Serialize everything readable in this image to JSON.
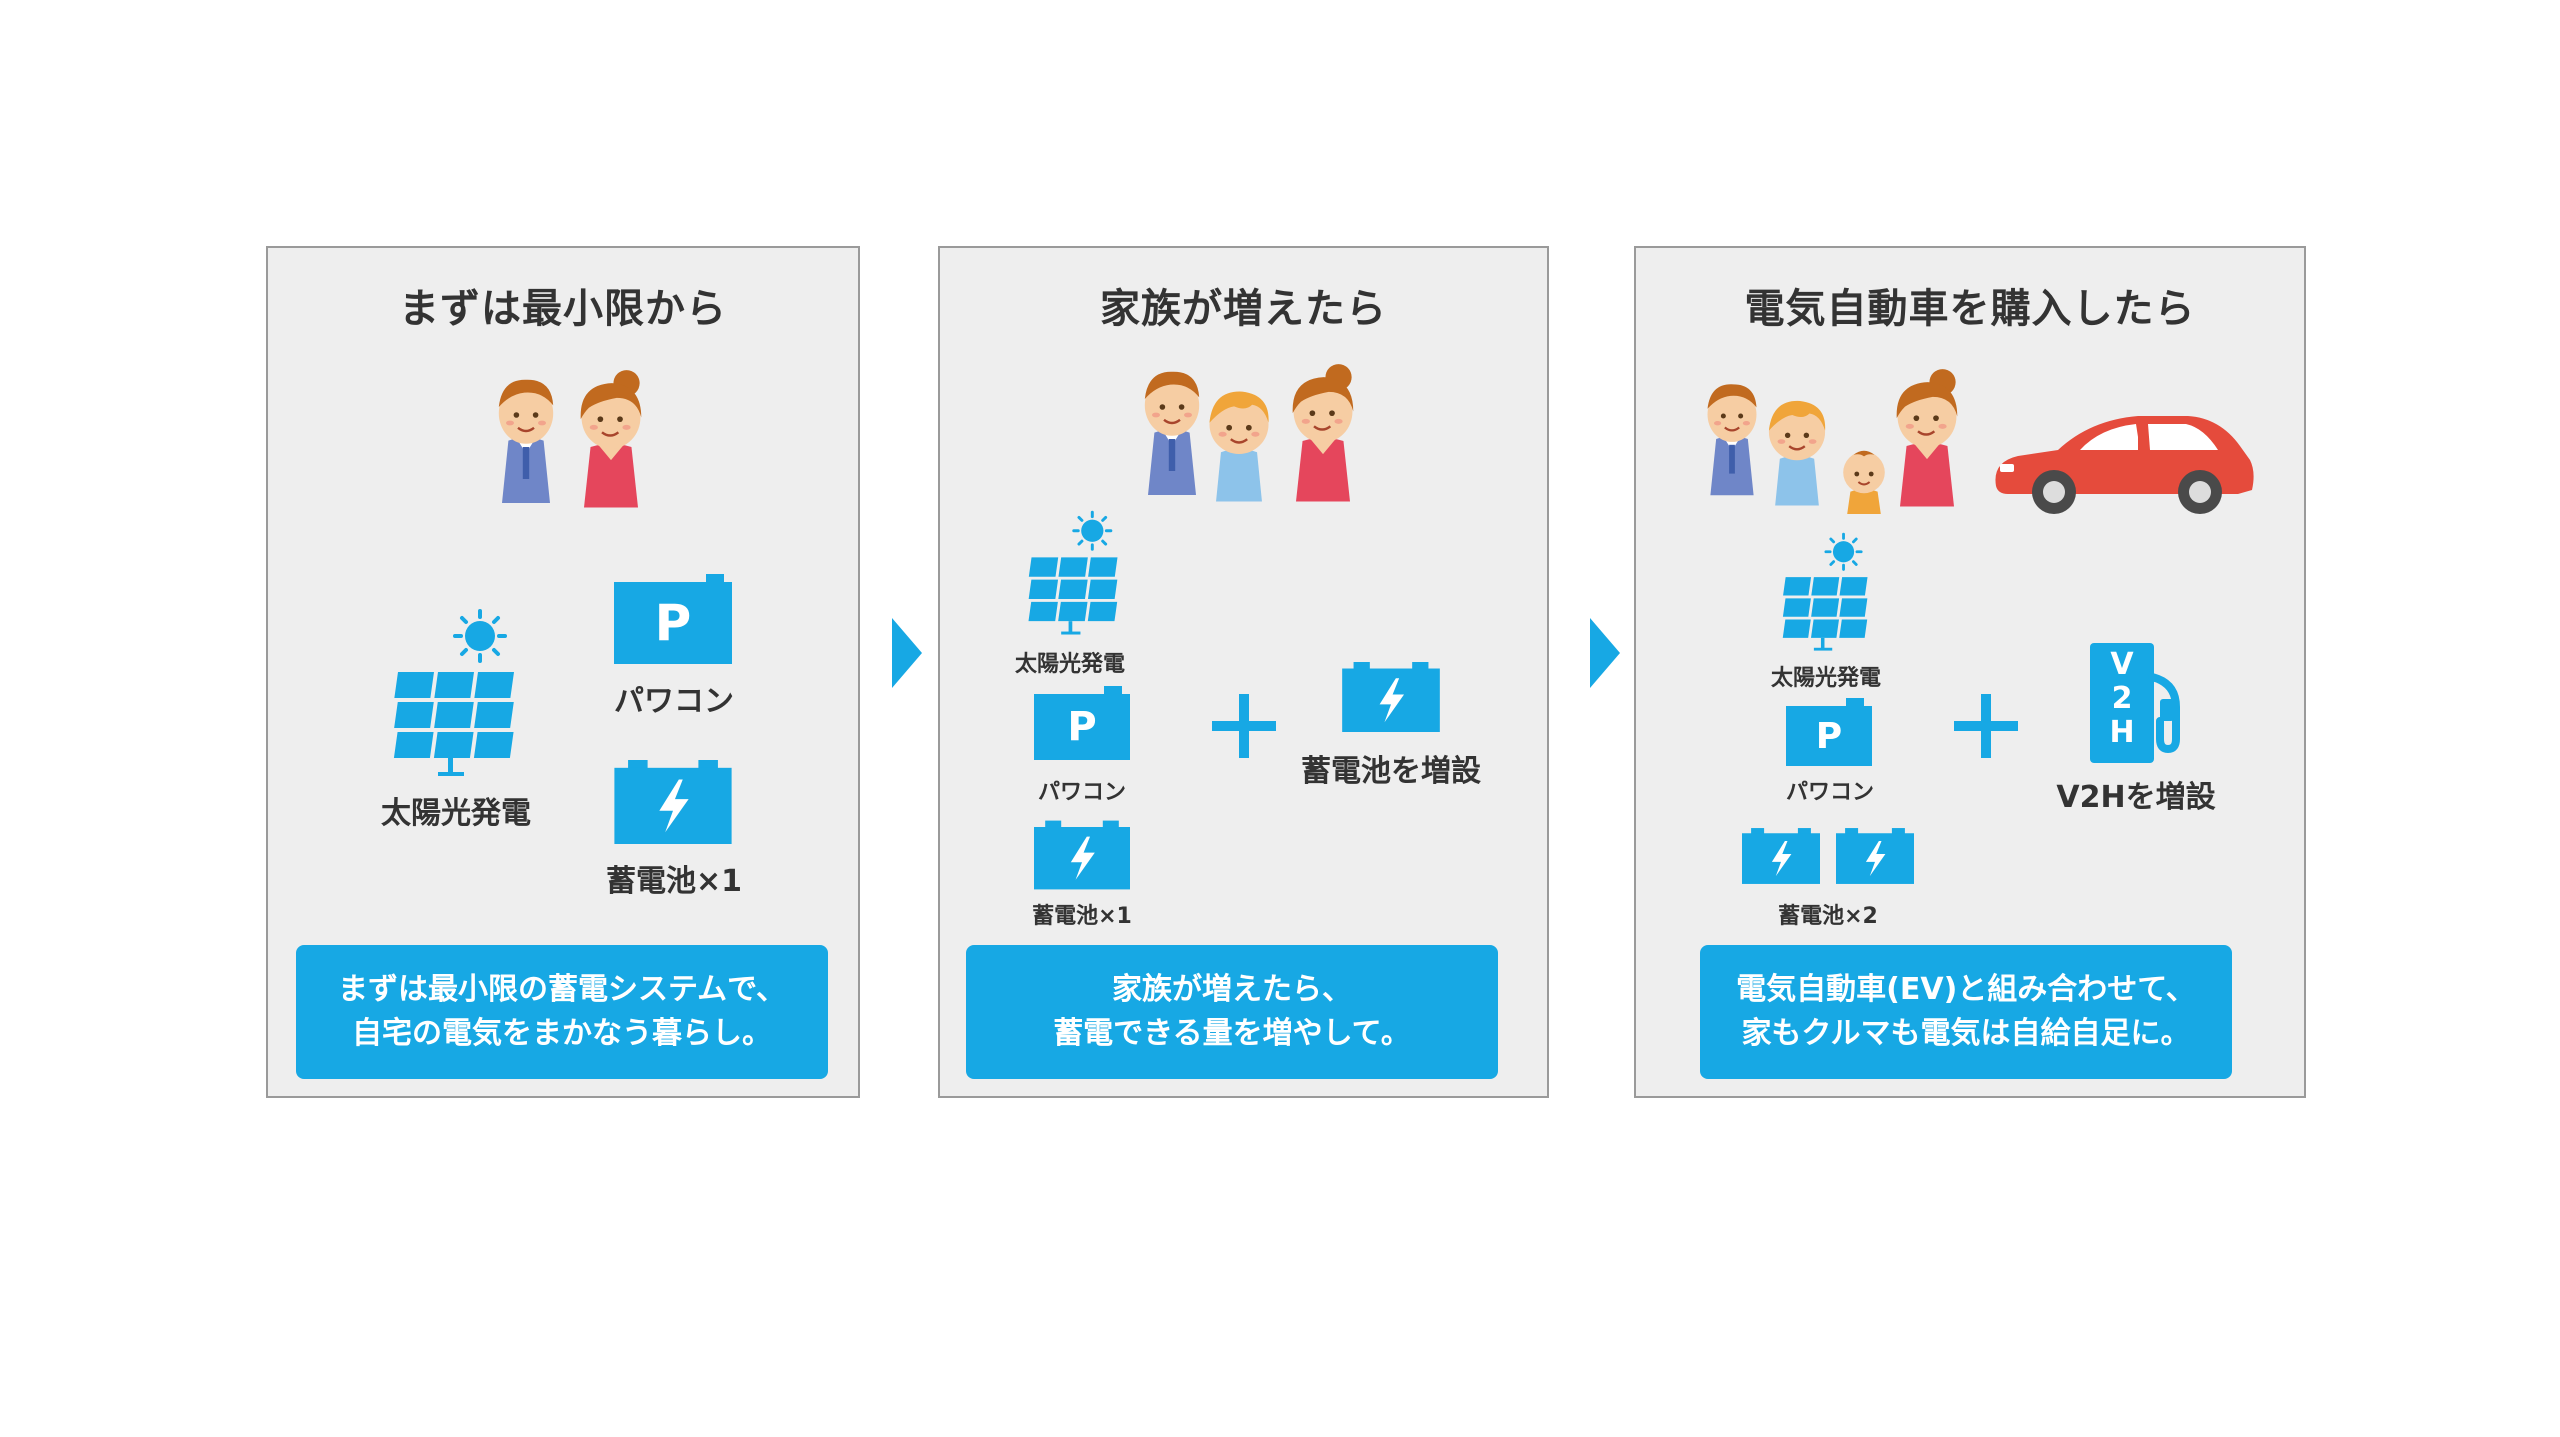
{
  "colors": {
    "accent": "#17a8e4",
    "panel_bg": "#eeeeee",
    "car": "#e54b3c"
  },
  "panels": [
    {
      "title": "まずは最小限から",
      "labels": {
        "solar": "太陽光発電",
        "pcon": "パワコン",
        "battery": "蓄電池×1"
      },
      "caption": [
        "まずは最小限の蓄電システムで、",
        "自宅の電気をまかなう暮らし。"
      ]
    },
    {
      "title": "家族が増えたら",
      "labels": {
        "solar": "太陽光発電",
        "pcon": "パワコン",
        "battery": "蓄電池×1",
        "add": "蓄電池を増設"
      },
      "caption": [
        "家族が増えたら、",
        "蓄電できる量を増やして。"
      ]
    },
    {
      "title": "電気自動車を購入したら",
      "labels": {
        "solar": "太陽光発電",
        "pcon": "パワコン",
        "battery": "蓄電池×2",
        "add": "V2Hを増設"
      },
      "caption": [
        "電気自動車(EV)と組み合わせて、",
        "家もクルマも電気は自給自足に。"
      ]
    }
  ],
  "icons": {
    "pcon_letter": "P",
    "v2h_letters": [
      "V",
      "2",
      "H"
    ],
    "plus": "plus-icon",
    "arrow": "chevron-right-icon"
  }
}
